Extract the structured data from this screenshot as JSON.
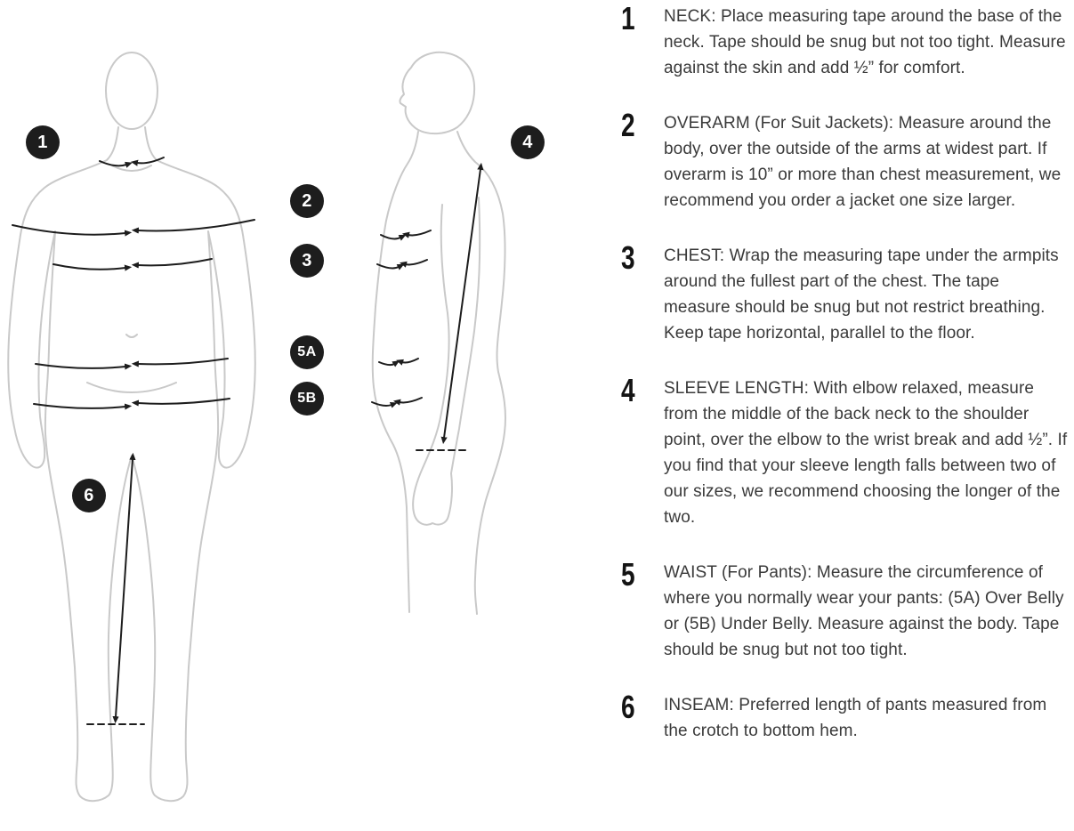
{
  "markers": [
    {
      "label": "1"
    },
    {
      "label": "2"
    },
    {
      "label": "3"
    },
    {
      "label": "4"
    },
    {
      "label": "5A"
    },
    {
      "label": "5B"
    },
    {
      "label": "6"
    }
  ],
  "instructions": [
    {
      "number": "1",
      "title": "NECK:",
      "body": "Place measuring tape around the base of the neck. Tape should be snug but not too tight. Measure against the skin and add ½” for comfort."
    },
    {
      "number": "2",
      "title": "OVERARM (For Suit Jackets):",
      "body": "Measure around the body, over the outside of the arms at widest part. If overarm is 10” or more than chest measurement, we recommend you order a jacket one size larger."
    },
    {
      "number": "3",
      "title": "CHEST:",
      "body": "Wrap the measuring tape under the armpits around the fullest part of the chest. The tape measure should be snug but not restrict breathing. Keep tape horizontal, parallel to the floor."
    },
    {
      "number": "4",
      "title": "SLEEVE LENGTH:",
      "body": "With elbow relaxed, measure from the middle of the back neck to the shoulder point, over the elbow to the wrist break and add ½”. If you find that your sleeve length falls between two of our sizes, we recommend choosing the longer of the two."
    },
    {
      "number": "5",
      "title": "WAIST (For Pants):",
      "body": "Measure the circumference of where you normally wear your pants: (5A) Over Belly or (5B) Under Belly. Measure against the body. Tape should be snug but not too tight."
    },
    {
      "number": "6",
      "title": "INSEAM:",
      "body": "Preferred length of pants measured from the crotch to bottom hem."
    }
  ],
  "colors": {
    "figure_outline": "#c9c9c9",
    "ink": "#1d1d1d",
    "text": "#3a3a3a",
    "badge_bg": "#1d1d1d",
    "badge_text": "#ffffff"
  }
}
